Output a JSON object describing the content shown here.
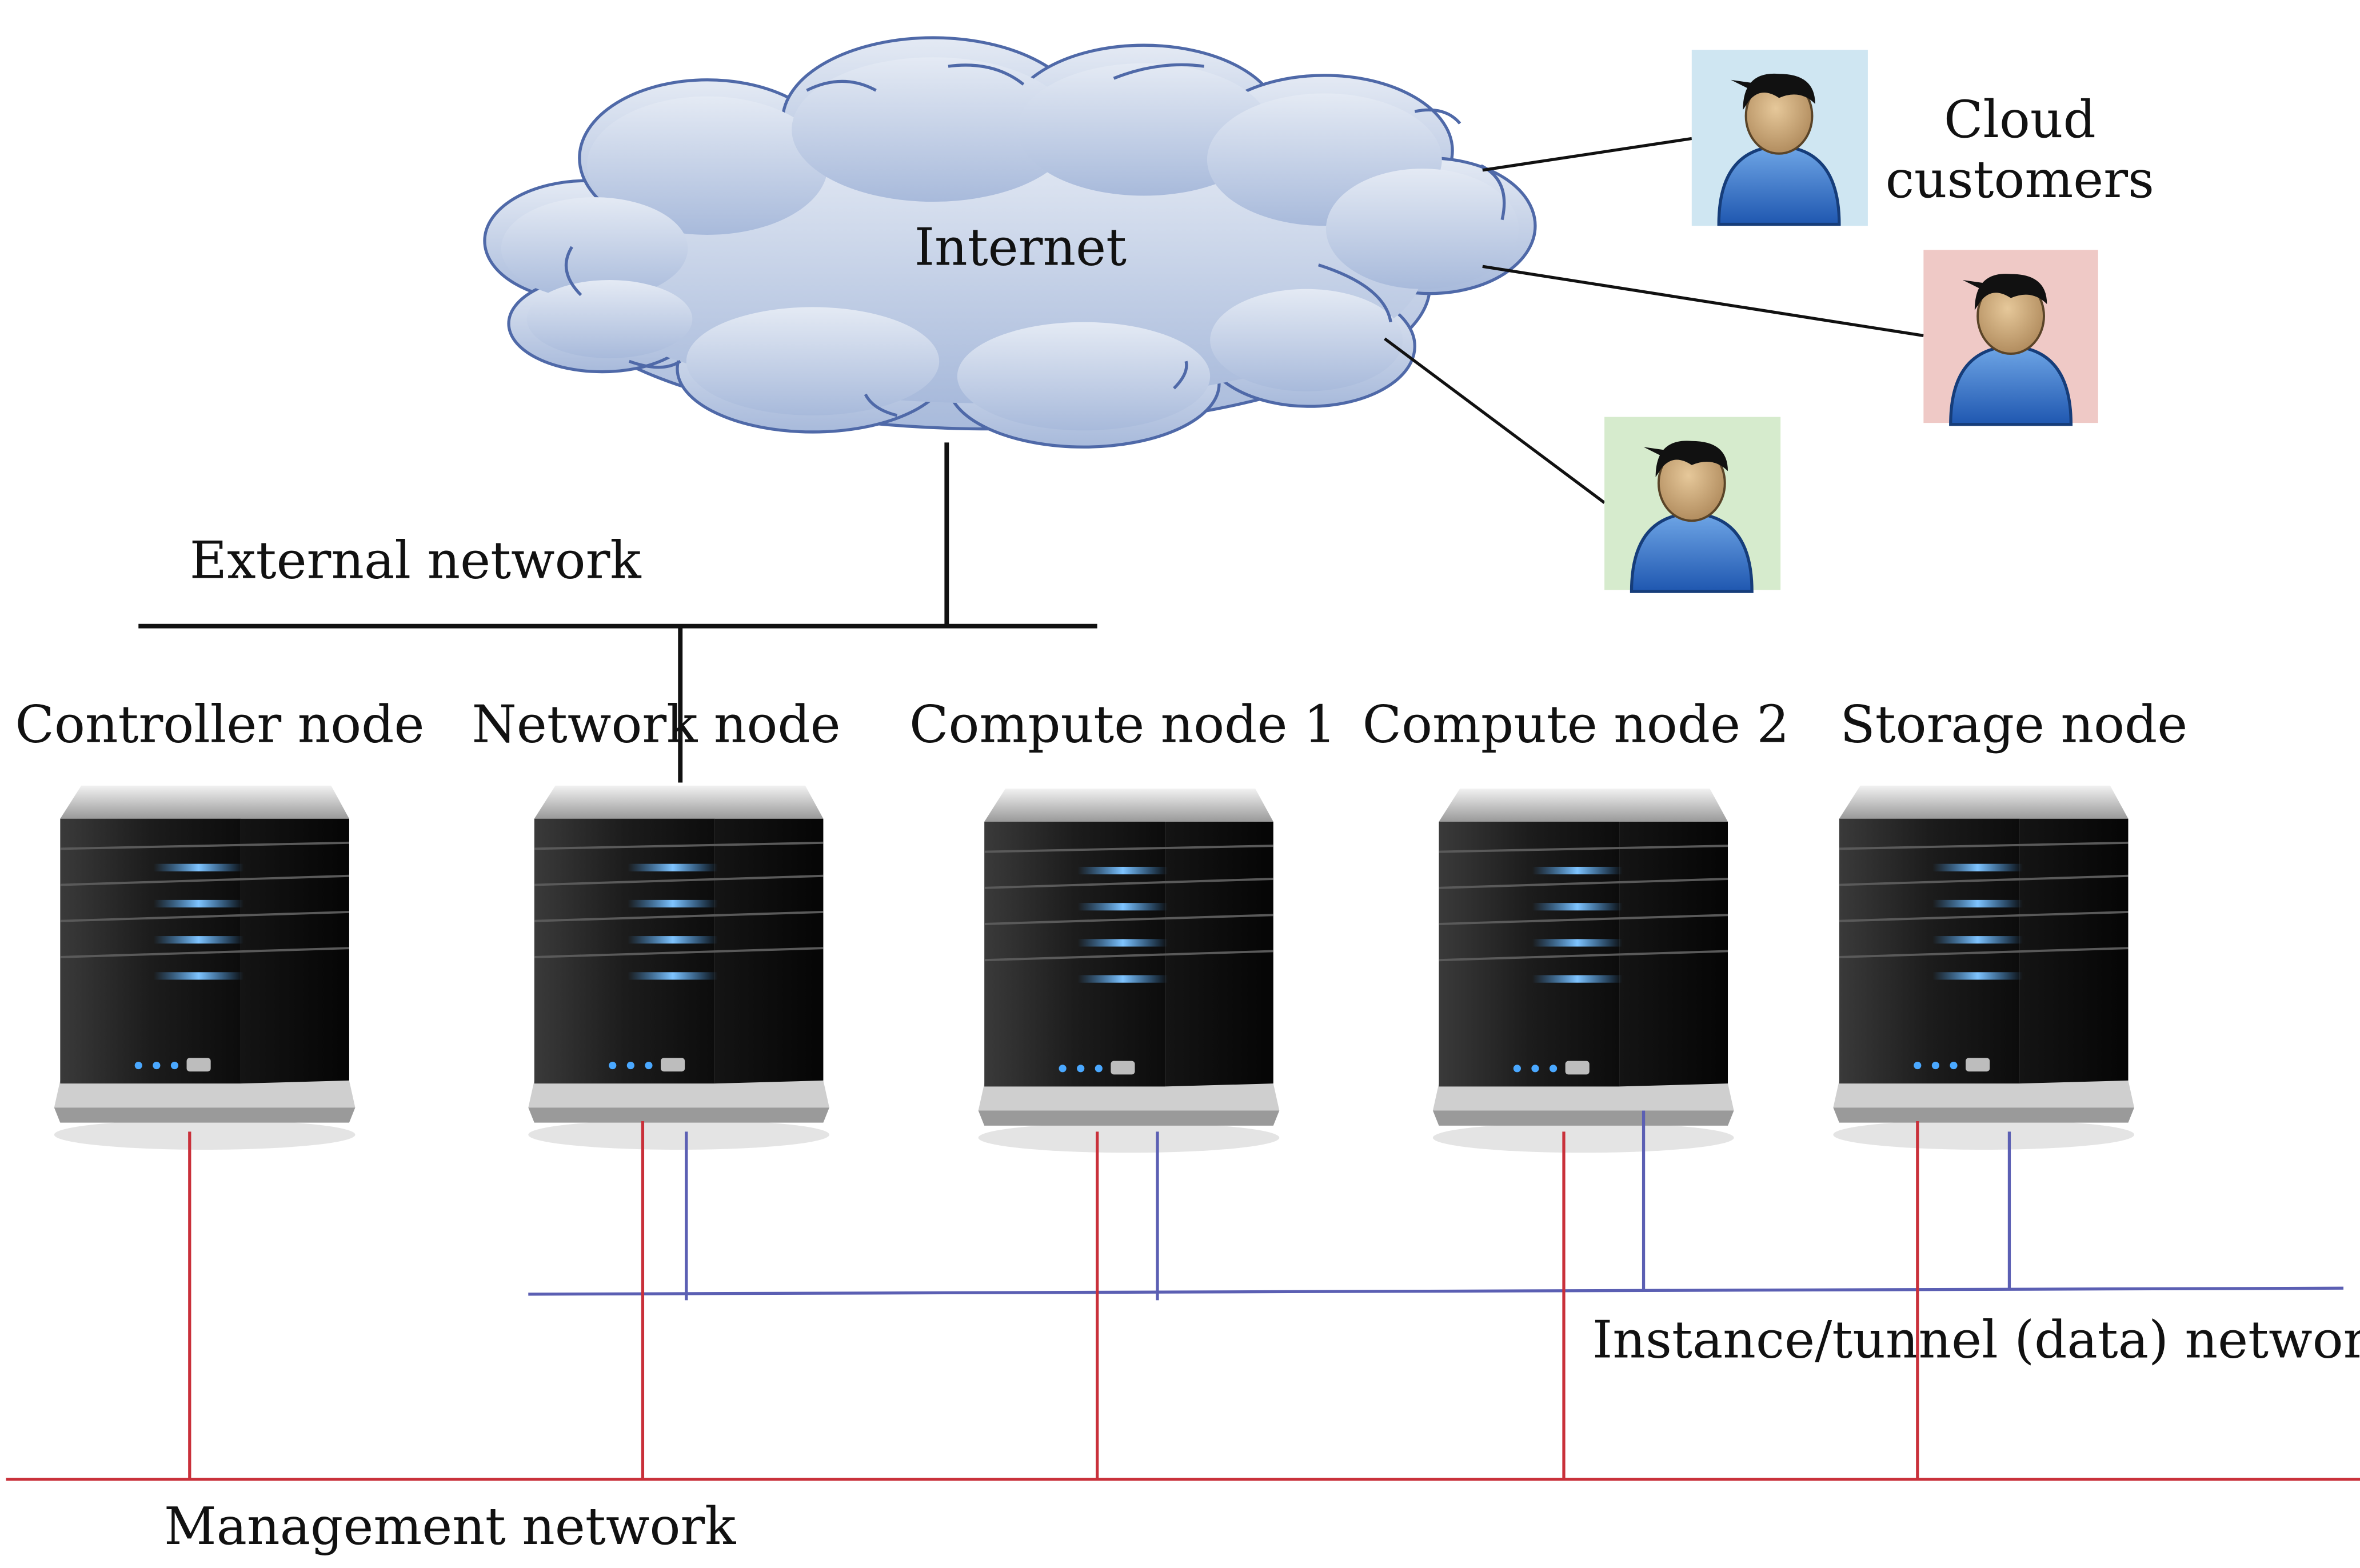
{
  "cloud": {
    "label": "Internet"
  },
  "customers": {
    "label_line1": "Cloud",
    "label_line2": "customers",
    "items": [
      {
        "bg": "#cfe6f2"
      },
      {
        "bg": "#efc9c6"
      },
      {
        "bg": "#d6ebcd"
      }
    ]
  },
  "networks": {
    "external": "External network",
    "data": "Instance/tunnel (data) network",
    "management": "Management network"
  },
  "nodes": [
    {
      "label": "Controller node"
    },
    {
      "label": "Network node"
    },
    {
      "label": "Compute node 1"
    },
    {
      "label": "Compute node 2"
    },
    {
      "label": "Storage node"
    }
  ],
  "colors": {
    "external_line": "#111111",
    "data_line": "#5b5fb3",
    "management_line": "#c9303a",
    "cloud_fill_top": "#e4eaf4",
    "cloud_fill_bottom": "#a8badb",
    "cloud_stroke": "#4f69a8",
    "server_led": "#4aa8ff"
  }
}
